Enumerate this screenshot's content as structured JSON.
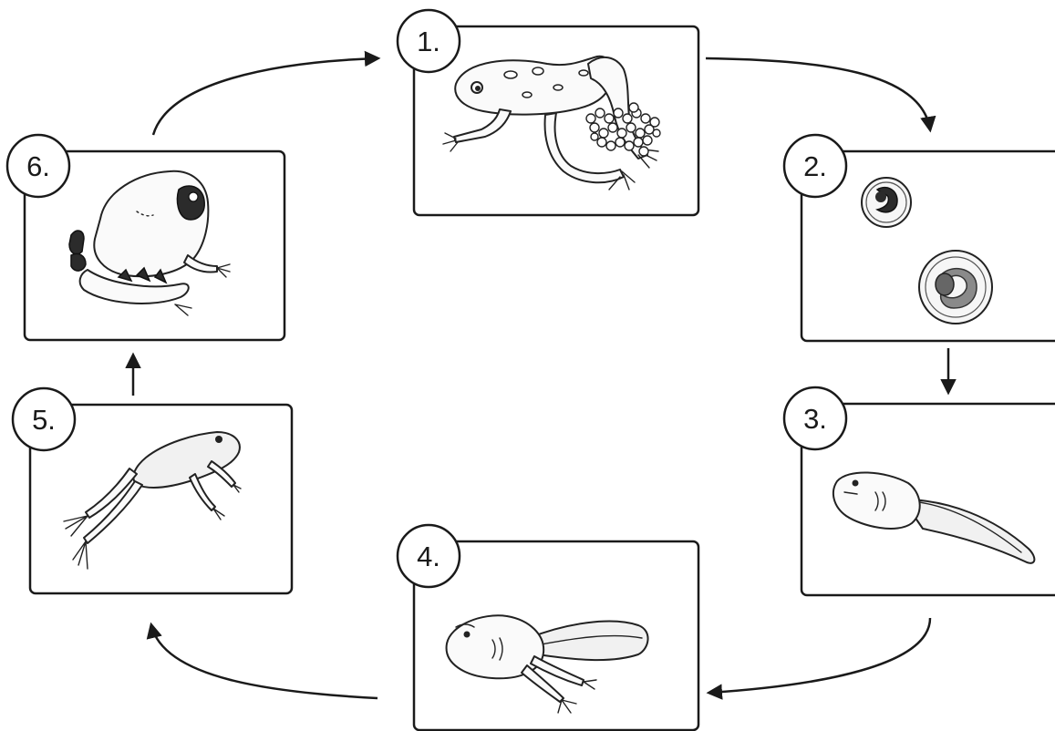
{
  "stages": [
    {
      "number": "1.",
      "subject": "frog-with-eggs"
    },
    {
      "number": "2.",
      "subject": "embryos-in-eggs"
    },
    {
      "number": "3.",
      "subject": "tadpole"
    },
    {
      "number": "4.",
      "subject": "tadpole-with-legs"
    },
    {
      "number": "5.",
      "subject": "froglet"
    },
    {
      "number": "6.",
      "subject": "adult-frog"
    }
  ],
  "colors": {
    "ink": "#1a1a1a",
    "background": "#ffffff",
    "shade": "#f1f1f1"
  }
}
